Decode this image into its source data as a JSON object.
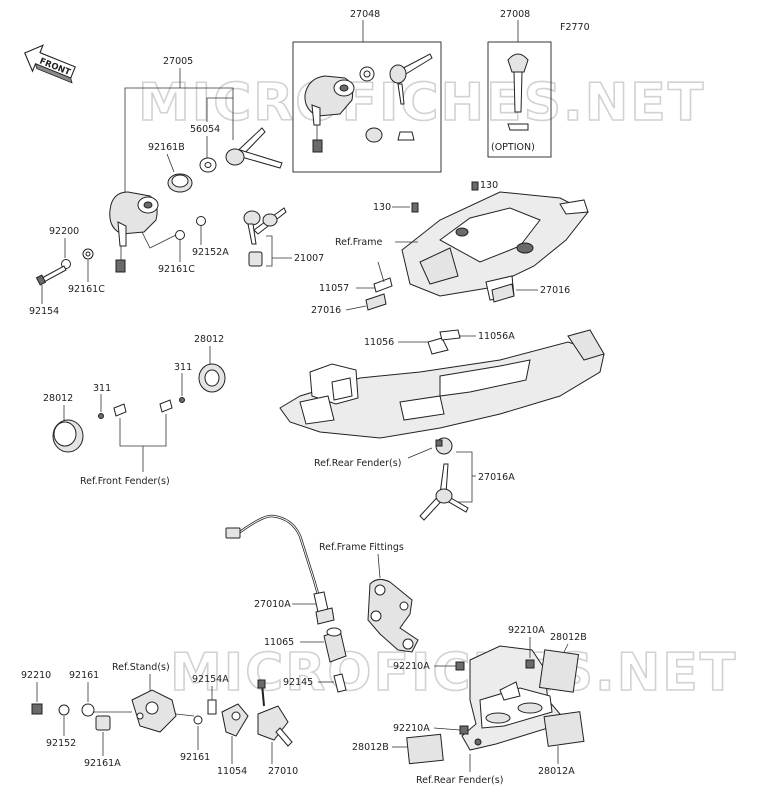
{
  "diagram": {
    "code": "F2770",
    "front_label": "FRONT",
    "watermark": "MICROFICHES.NET",
    "option_label": "(OPTION)",
    "parts": {
      "p27048": "27048",
      "p27008": "27008",
      "p27005": "27005",
      "p56054": "56054",
      "p92161b": "92161B",
      "p92200": "92200",
      "p92161c_a": "92161C",
      "p92161c_b": "92161C",
      "p92152a": "92152A",
      "p92154": "92154",
      "p21007": "21007",
      "p130_a": "130",
      "p130_b": "130",
      "p11057": "11057",
      "p27016_a": "27016",
      "p27016_b": "27016",
      "p11056": "11056",
      "p11056a": "11056A",
      "p28012_a": "28012",
      "p28012_b": "28012",
      "p311_a": "311",
      "p311_b": "311",
      "p27016a": "27016A",
      "p27010a": "27010A",
      "p11065": "11065",
      "p92145": "92145",
      "p92210a_a": "92210A",
      "p92210a_b": "92210A",
      "p92210a_c": "92210A",
      "p28012b_a": "28012B",
      "p28012b_b": "28012B",
      "p28012a": "28012A",
      "p92210": "92210",
      "p92161": "92161",
      "p92161_b": "92161",
      "p92152": "92152",
      "p92161a": "92161A",
      "p92154a": "92154A",
      "p11054": "11054",
      "p27010": "27010"
    },
    "refs": {
      "frame": "Ref.Frame",
      "front_fender": "Ref.Front Fender(s)",
      "rear_fender_a": "Ref.Rear Fender(s)",
      "frame_fittings": "Ref.Frame Fittings",
      "stand": "Ref.Stand(s)",
      "rear_fender_b": "Ref.Rear Fender(s)"
    }
  }
}
